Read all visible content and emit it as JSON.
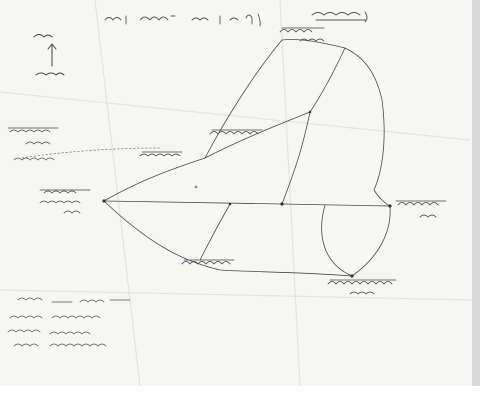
{
  "document": {
    "kind": "hand-drawn village sketch map (Devanagari handwriting, mostly illegible)",
    "paper_color": "#f6f6f4",
    "ink_color": "#4a4a4a",
    "scan_shadow_color": "#c9c9c9"
  },
  "legend": {
    "north_arrow": "north-arrow-icon"
  },
  "map_nodes": [
    {
      "id": "north-top-settlement",
      "role": "settlement label (handwritten, illegible)"
    },
    {
      "id": "center-junction",
      "role": "settlement label (handwritten, illegible)"
    },
    {
      "id": "west-settlement",
      "role": "settlement label (handwritten, illegible)"
    },
    {
      "id": "east-settlement",
      "role": "settlement label (handwritten, illegible)"
    },
    {
      "id": "south-settlement",
      "role": "settlement label (handwritten, illegible)"
    },
    {
      "id": "southeast-settlement",
      "role": "settlement label (handwritten, illegible)"
    }
  ]
}
